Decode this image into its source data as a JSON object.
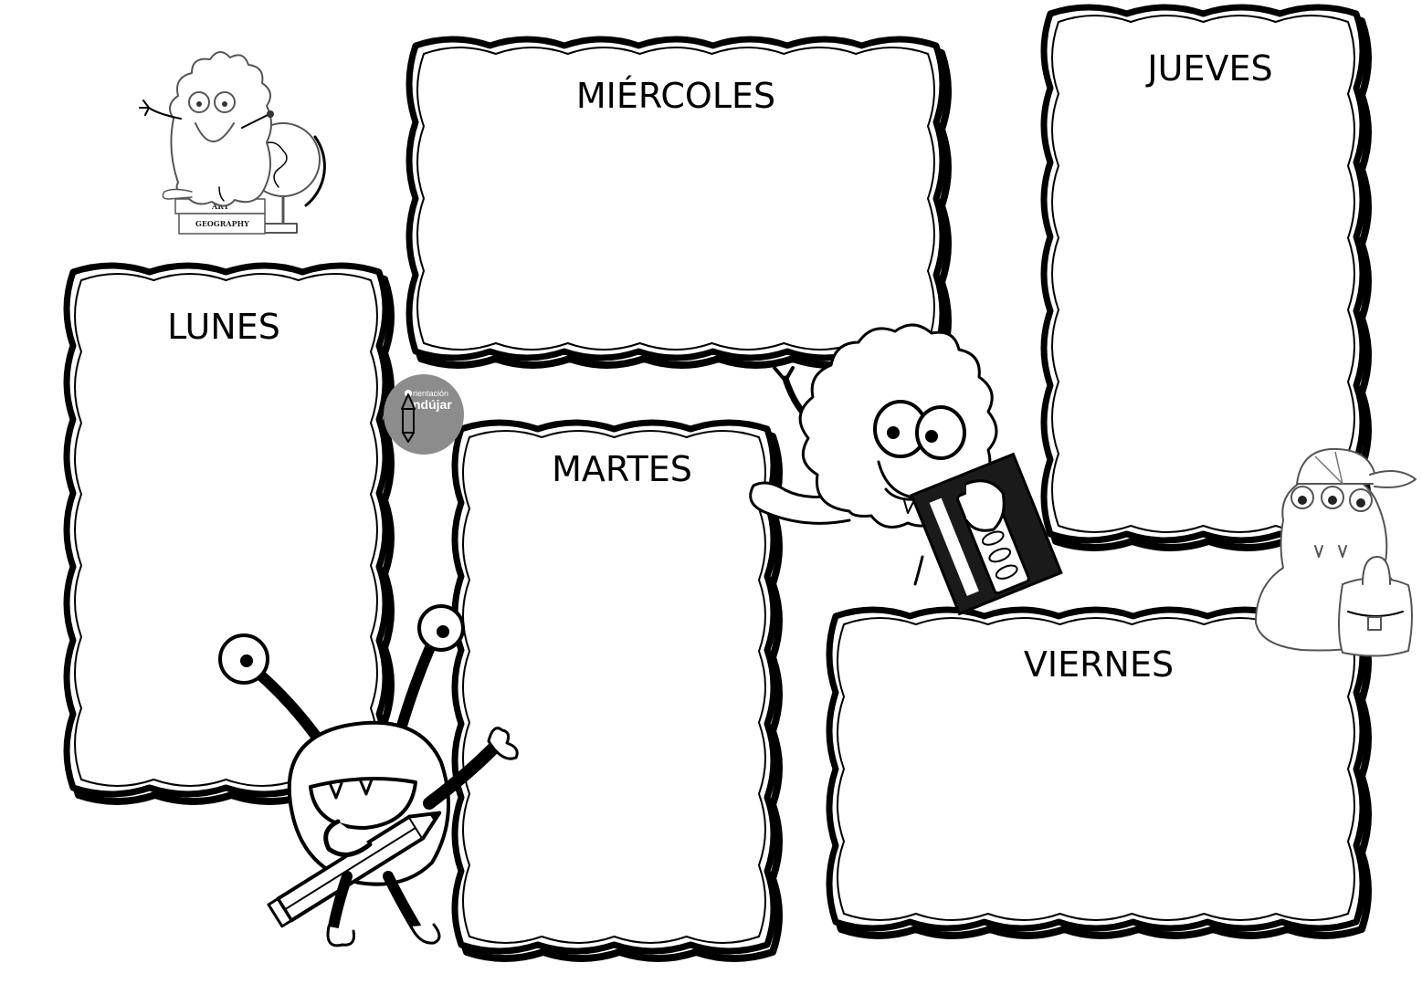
{
  "days": {
    "monday": "LUNES",
    "tuesday": "MARTES",
    "wednesday": "MIÉRCOLES",
    "thursday": "JUEVES",
    "friday": "VIERNES"
  },
  "watermark": {
    "line1": "rientación",
    "line2": "ndújar"
  },
  "book_labels": {
    "top": "ART",
    "bottom": "GEOGRAPHY"
  },
  "colors": {
    "ink": "#000000",
    "badge": "#8c8c8c",
    "notebook": "#1a1a1a"
  }
}
